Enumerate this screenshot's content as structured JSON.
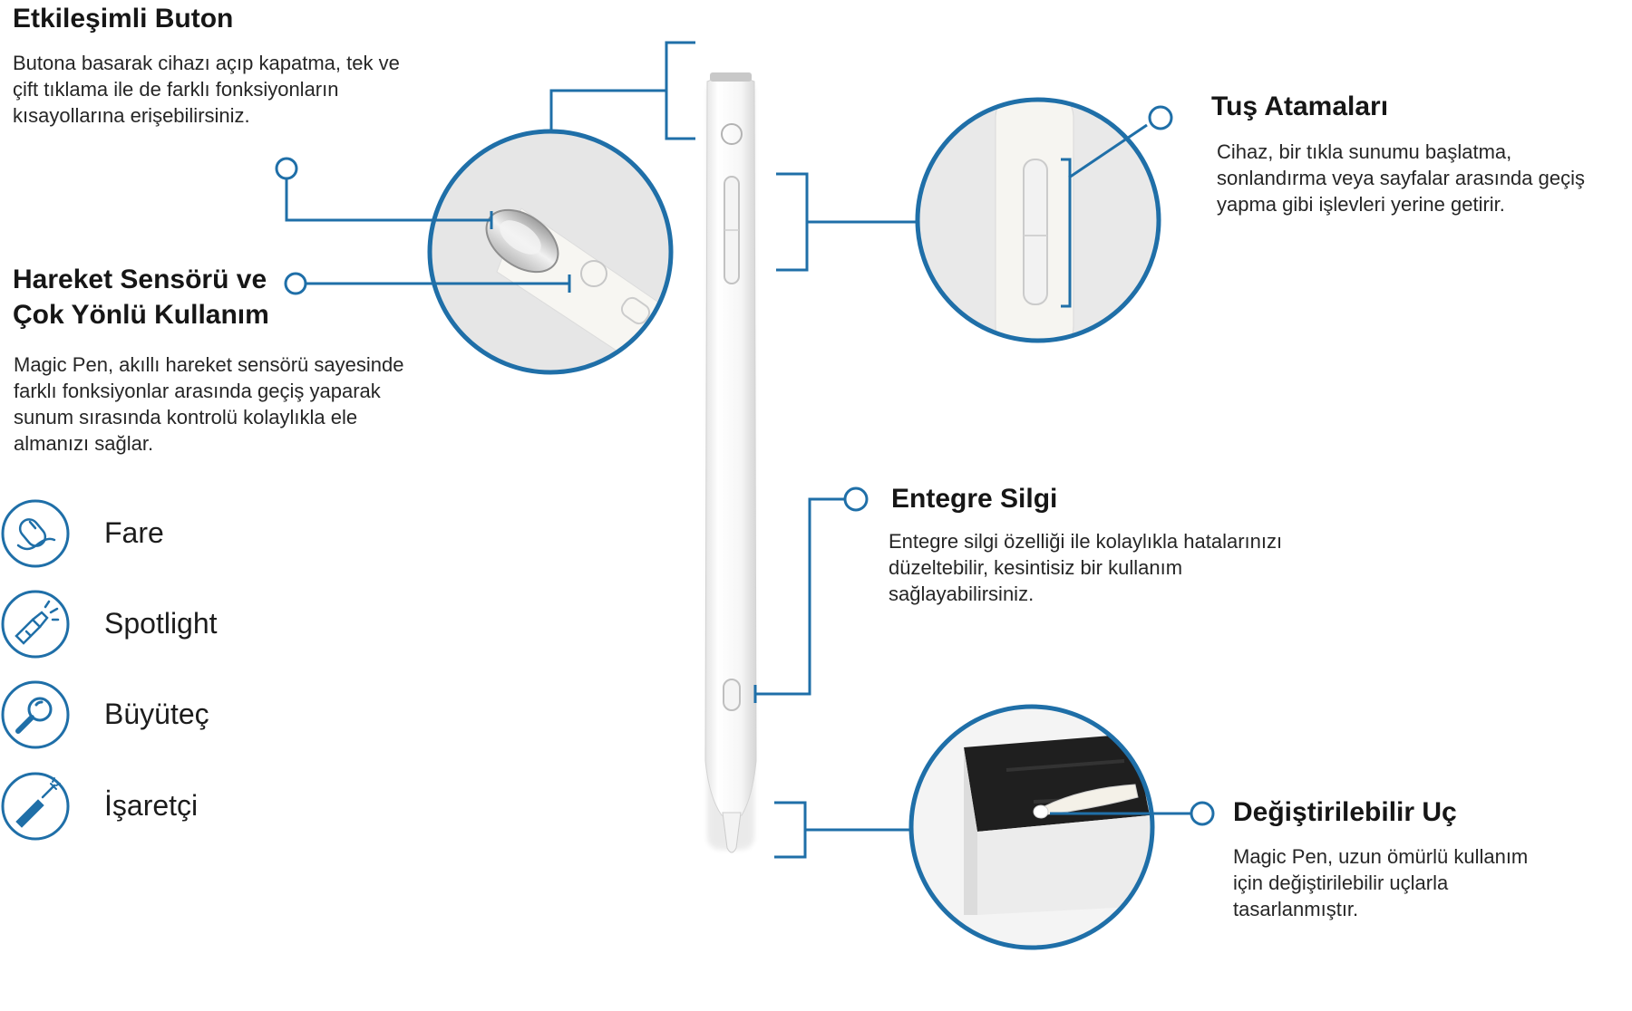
{
  "accent_color": "#1f6fa8",
  "features": {
    "interactive_button": {
      "title": "Etkileşimli Buton",
      "lines": [
        "Butona basarak cihazı açıp kapatma, tek  ve",
        "çift tıklama ile de farklı  fonksiyonların",
        "kısayollarına  erişebilirsiniz."
      ]
    },
    "motion_sensor": {
      "title_lines": [
        "Hareket Sensörü ve",
        "Çok Yönlü Kullanım"
      ],
      "lines": [
        "Magic Pen, akıllı hareket sensörü sayesinde",
        "farklı fonksiyonlar arasında geçiş yaparak",
        "sunum sırasında  kontrolü kolaylıkla ele",
        "almanızı sağlar."
      ]
    },
    "key_assignments": {
      "title": "Tuş Atamaları",
      "lines": [
        "Cihaz, bir tıkla sunumu başlatma,",
        "sonlandırma veya sayfalar arasında geçiş",
        "yapma gibi işlevleri yerine getirir."
      ]
    },
    "integrated_eraser": {
      "title": "Entegre Silgi",
      "lines": [
        " Entegre silgi özelliği ile kolaylıkla hatalarınızı",
        "düzeltebilir, kesintisiz bir kullanım",
        "sağlayabilirsiniz."
      ]
    },
    "replaceable_tip": {
      "title": "Değiştirilebilir Uç",
      "lines": [
        "Magic Pen, uzun ömürlü kullanım",
        "için değiştirilebilir uçlarla",
        "tasarlanmıştır."
      ]
    }
  },
  "modes": [
    {
      "label": "Fare",
      "icon": "mouse-icon"
    },
    {
      "label": "Spotlight",
      "icon": "flashlight-icon"
    },
    {
      "label": "Büyüteç",
      "icon": "magnifier-icon"
    },
    {
      "label": "İşaretçi",
      "icon": "laser-pointer-icon"
    }
  ]
}
